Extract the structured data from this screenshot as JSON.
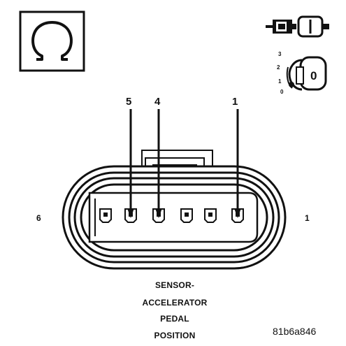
{
  "mode_icons": {
    "meter_icon": "ohm-meter-icon",
    "connector_icon": "disconnected-connector-icon",
    "ignition_icon": "ignition-key-off-icon"
  },
  "ignition": {
    "positions": [
      "3",
      "2",
      "1",
      "0"
    ],
    "key_label": "0"
  },
  "probe_pins": [
    "5",
    "4",
    "1"
  ],
  "side_labels": {
    "left": "6",
    "right": "1"
  },
  "caption": {
    "line1": "SENSOR-",
    "line2": "ACCELERATOR",
    "line3": "PEDAL",
    "line4": "POSITION"
  },
  "ref_code": "81b6a846",
  "colors": {
    "ink": "#111111",
    "background": "#ffffff"
  }
}
